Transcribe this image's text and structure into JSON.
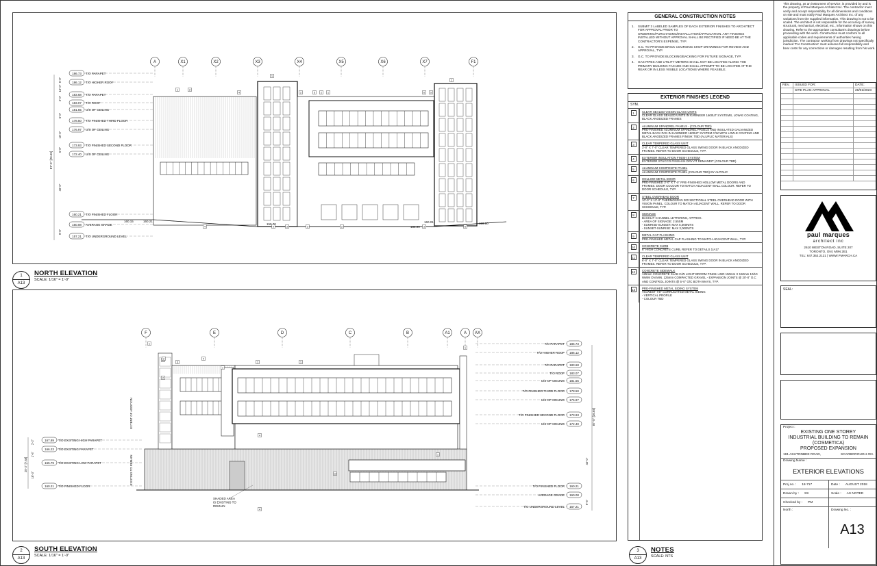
{
  "views": {
    "north": {
      "num": "1",
      "sheet": "A13",
      "title": "NORTH ELEVATION",
      "scale": "SCALE: 1/16\" = 1'-0\""
    },
    "south": {
      "num": "2",
      "sheet": "A13",
      "title": "SOUTH ELEVATION",
      "scale": "SCALE: 1/16\" = 1'-0\""
    },
    "notes": {
      "num": "3",
      "sheet": "A13",
      "title": "NOTES",
      "scale": "SCALE: NTS"
    }
  },
  "north_grid": [
    "A",
    "X1",
    "X2",
    "X3",
    "X4",
    "X5",
    "X6",
    "X7",
    "F1"
  ],
  "south_grid": [
    "F",
    "E",
    "D",
    "C",
    "B",
    "A1",
    "A",
    "AX"
  ],
  "north_levels": [
    {
      "v": "186.73",
      "t": "T/O PARAPET"
    },
    {
      "v": "186.12",
      "t": "T/O HIGHER ROOF"
    },
    {
      "v": "183.68",
      "t": "T/O PARAPET"
    },
    {
      "v": "183.07",
      "t": "T/O ROOF"
    },
    {
      "v": "181.55",
      "t": "U/S OF CEILING"
    },
    {
      "v": "178.50",
      "t": "T/O FINISHED THIRD FLOOR"
    },
    {
      "v": "176.97",
      "t": "U/S OF CEILING"
    },
    {
      "v": "173.93",
      "t": "T/O FINISHED SECOND FLOOR"
    },
    {
      "v": "172.40",
      "t": "U/S OF CEILING"
    },
    {
      "v": "160.21",
      "t": "T/O FINISHED FLOOR"
    },
    {
      "v": "160.08",
      "t": "AVERAGE GRADE"
    },
    {
      "v": "157.21",
      "t": "T/O UNDERGROUND LEVEL"
    }
  ],
  "north_dims": [
    "5'-0\"",
    "2'-0\"",
    "10'-0\"",
    "10'-0\"",
    "5'-0\"",
    "10'-0\"",
    "5'-0\"",
    "40'-0\"",
    "9'-5\"",
    "87'-5\" [26.65]"
  ],
  "north_misc": [
    "160.15",
    "160.21",
    "159.70",
    "158.99",
    "160.01",
    "159.80"
  ],
  "south_levels": [
    {
      "v": "186.73",
      "t": "T/O PARAPET"
    },
    {
      "v": "186.12",
      "t": "T/O HIGHER ROOF"
    },
    {
      "v": "183.68",
      "t": "T/O PARAPET"
    },
    {
      "v": "183.07",
      "t": "T/O ROOF"
    },
    {
      "v": "181.55",
      "t": "U/S OF CEILING"
    },
    {
      "v": "178.50",
      "t": "T/O FINISHED THIRD FLOOR"
    },
    {
      "v": "176.97",
      "t": "U/S OF CEILING"
    },
    {
      "v": "173.93",
      "t": "T/O FINISHED SECOND FLOOR"
    },
    {
      "v": "172.40",
      "t": "U/S OF CEILING"
    },
    {
      "v": "160.21",
      "t": "T/O FINISHED FLOOR"
    },
    {
      "v": "160.08",
      "t": "AVERAGE GRADE"
    },
    {
      "v": "157.21",
      "t": "T/O UNDERGROUND LEVEL"
    }
  ],
  "south_existing_levels": [
    {
      "v": "167.89",
      "t": "T/O EXISTING HIGH PARAPET"
    },
    {
      "v": "166.23",
      "t": "T/O EXISTING PARAPET"
    },
    {
      "v": "165.79",
      "t": "T/O EXISTING LOW PARAPET"
    },
    {
      "v": "160.21",
      "t": "T/O FINISHED FLOOR"
    }
  ],
  "south_notes": {
    "extent": "EXTENT OF ADDITION",
    "existing": "EXISTING TO REMAIN",
    "shaded": [
      "SHADED AREA",
      "IS EXISTING TO",
      "REMAIN"
    ],
    "dims_left": [
      "25'-2\" [7.68]",
      "2'-2\"",
      "1'-6\"",
      "18'-3\""
    ],
    "dims_right": [
      "87'-5\" [26.65]",
      "40'-0\"",
      "9'-5\""
    ]
  },
  "gen_notes": {
    "heading": "GENERAL CONSTRUCTION NOTES",
    "items": [
      "SUBMIT 3 LABELED SAMPLES OF EACH EXTERIOR FINISHES TO ARCHITECT FOR APPROVAL PRIOR TO ORDERING/PURCHASING/INSTALLATION/APPLICATION. ANY FINISHES INSTALLED WITHOUT APPROVAL SHALL BE RECTIFIED IF NEED BE AT THE CONTRACTOR'S EXPENSE, TYP.",
      "G.C. TO PROVIDE BRICK COURSING SHOP DRAWINGS FOR REVIEW AND APPROVAL, TYP.",
      "G.C. TO PROVIDE BLOCKING/BACKING FOR FUTURE SIGNAGE, TYP.",
      "GAS PIPES AND UTILITY METERS SHALL NOT BE LOCATED ALONG THE PRIMARY BUILDING FACADE AND SHALL ATTEMPT TO BE LOCATED AT THE REAR OR IN LESS VISIBLE LOCATIONS WHERE FEASIBLE."
    ]
  },
  "legend": {
    "heading": "EXTERIOR FINISHES LEGEND",
    "sym_label": "SYM.",
    "items": [
      {
        "n": "1",
        "h": "CLEAR SEALED VISION GLASS UNITS",
        "d": "CLEAR GLASS SEALED UNITS IN KAWNEER 1600UT SYSTEMS, LOW-E COATING, BLACK ANODIZED FRAMES"
      },
      {
        "n": "2",
        "h": "ALUMINUM SPANDREL PANELS - (COLOUR TBD)",
        "d": "PRE-FINISHED ALUMINUM SPANDREL PANELS AND INSULATED GALVANIZED METAL BACK PAN IN KAWNEER 1600UT SYSTEM C/W WITH LOW-E COATING AND BLACK ANODIZED FRAMES FINISH:  TBD (ALUPLIC MATERIALS)"
      },
      {
        "n": "3",
        "h": "CLEAR TEMPERED GLASS UNIT",
        "d": "3'-0\" X 7'-0\" CLEAR TEMPERED GLASS SWING DOOR IN BLACK ANODIZED FRAMES. REFER TO DOOR SCHEDULE, TYP."
      },
      {
        "n": "4",
        "h": "EXTERIOR INSULATION FINISH SYSTEM",
        "d": "EXTERIOR STUCCO FINISH IN DRYVIT DEMANDIT (COLOUR TBD)"
      },
      {
        "n": "5",
        "h": "ALUMINUM COMPOSITE PANEL",
        "d": "ALUMINUM COMPOSITE PANEL (COLOUR TBD) BY ALPOLIC"
      },
      {
        "n": "6",
        "h": "HOLLOW METAL DOOR",
        "d": "PRE-FINISHED 3'-0\" X 7'-0\" PRE-FINISHED HOLLOW METAL DOORS AND FRAMES. DOOR COLOUR TO MATCH ADJACENT WALL COLOUR. REFER TO DOOR SCHEDULE, TYP."
      },
      {
        "n": "7",
        "h": "STEEL OVERHEAD DOOR",
        "d": "10'-0\" X 12'-0\" THERMOSPAN 200 SECTIONAL STEEL OVERHEAD DOOR WITH VISION PANEL. COLOUR TO MATCH ADJACENT WALL. REFER TO DOOR SCHEDULE, TYP."
      },
      {
        "n": "8",
        "h": "SIGNAGE",
        "d": "BACKLIT CHANNEL LETTERING, APPROX.\n- AREA OF SIGNAGE: 2.55SM\n- SUNRISE-SUNSET: MAX 5,000NITS\n- SUNSET-SUNRISE: MAX 3,000NITS"
      },
      {
        "n": "9",
        "h": "METAL CAP FLASHING",
        "d": "PRE-FINISHED METAL CAP FLASHING TO MATCH ADJACENT WALL, TYP."
      },
      {
        "n": "10",
        "h": "CONCRETE CURB",
        "d": "6\" HIGH CONCRETE CURB, REFER TO DETAILS 1/A17"
      },
      {
        "n": "11",
        "h": "CLEAR TEMPERED GLASS UNIT",
        "d": "6'-0\" X 7'-0\" CLEAR TEMPERED GLASS SWING DOOR IN BLACK ANODIZED FRAMES. REFER TO DOOR SCHEDULE, TYP."
      },
      {
        "n": "12",
        "h": "CONCRETE SIDEWALK",
        "d": "125mm CONCRETE SLAB C/W LIGHT BROOM FINISH AND 150mm X 150mm 10/10 WWM ON MIN. 125mm COMPACTED GRAVEL - EXPANSION JOINTS @ 20'-0\" O.C AND CONTROL JOINTS @ 5'-0\" O/C BOTH WAYS, TYP."
      },
      {
        "n": "13",
        "h": "PRE-FINISHED METAL SIDING SYSTEM",
        "d": "VICWEST 7/8\" CORRUGATED METAL SIDING\n- VERTICAL PROFILE\n- COLOUR TBD"
      }
    ]
  },
  "titleblock": {
    "disclaimer": "This drawing, as an instrument of service, is provided by and is the property of Paul Marques Architect Inc. The contractor must verify and accept responsibility for all dimensions and conditions on site and must notify Paul Marques Architect Inc. of any variations from the supplied information. This drawing is not to be scaled. The architect is not responsible for the accuracy of survey, structural, mechanical, electrical, etc., information shown on this drawing. Refer to the appropriate consultant's drawings before proceeding with the work. Construction must conform to all applicable codes and requirements of authorities having jurisdiction. The contractor working from drawings not specifically marked 'For Construction' must assume full responsibility and bear costs for any corrections or damages resulting from his work.",
    "rev_head": [
      "REV.",
      "ISSUED FOR:",
      "DATE:"
    ],
    "revs": [
      [
        "",
        "SITE PLAN APPROVAL",
        "26/01/2023"
      ]
    ],
    "firm": [
      "paul marques",
      "architect inc",
      "2610 WESTON ROAD, SUITE 207",
      "TORONTO, ON  |  M9N 2B1",
      "TEL: 647.352.2121  |  WWW.PMARCH.CA"
    ],
    "seal": "SEAL:",
    "project_label": "Project :",
    "project": [
      "EXISTING ONE STOREY",
      "INDUSTRIAL BUILDING TO REMAIN",
      "(COSMETICA)",
      "PROPOSED EXPANSION"
    ],
    "address": "191 ASHTONBEE ROAD,",
    "city": "SCARBOROUGH ON.",
    "dname_label": "Drawing Name :",
    "dname": "EXTERIOR ELEVATIONS",
    "proj_no_l": "Proj no. :",
    "proj_no": "18-717",
    "date_l": "Date :",
    "date": "AUGUST 2018",
    "drawn_l": "Drawn by :",
    "drawn": "SS",
    "scale_l": "Scale :",
    "scale": "AS NOTED",
    "checked_l": "Checked by :",
    "checked": "PM",
    "north_l": "North :",
    "dno_l": "Drawing No. :",
    "dno": "A13"
  },
  "colors": {
    "line": "#222",
    "fill": "#e8e8e8",
    "accent": "#000"
  }
}
